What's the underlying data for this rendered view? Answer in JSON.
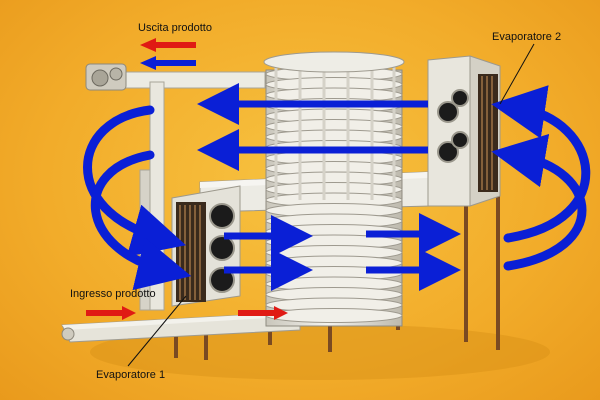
{
  "labels": {
    "product_exit": "Uscita prodotto",
    "product_entry": "Ingresso prodotto",
    "evaporator_1": "Evaporatore 1",
    "evaporator_2": "Evaporatore 2"
  },
  "colors": {
    "airflow": "#0a1fd6",
    "product_flow": "#e01a14",
    "background": "#f2ac2a",
    "frame": "#e4e2d8"
  },
  "icons": {
    "exit_legend_red": "arrow-left-red",
    "exit_legend_blue": "arrow-left-blue",
    "entry_arrows": "arrow-right-red",
    "airflow": "arrow-blue"
  }
}
